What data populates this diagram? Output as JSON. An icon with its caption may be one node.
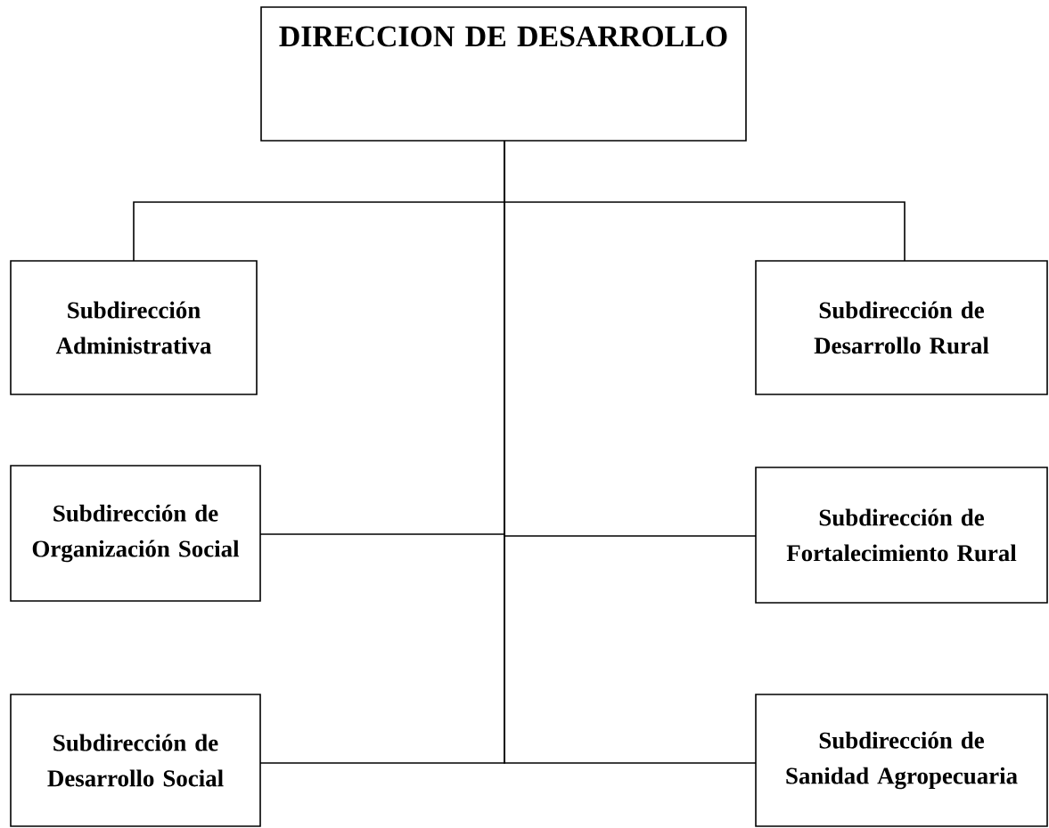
{
  "diagram": {
    "nodes": [
      {
        "text": [
          "DIRECCION DE DESARROLLO"
        ]
      },
      {
        "text": [
          "Subdirección Administrativa"
        ]
      },
      {
        "text": [
          "Subdirección de Desarrollo Rural"
        ]
      },
      {
        "text": [
          "Subdirección de Organización Social"
        ]
      },
      {
        "text": [
          "Subdirección de Fortalecimiento Rural"
        ]
      },
      {
        "text": [
          "Subdirección de Desarrollo Social"
        ]
      },
      {
        "text": [
          "Subdirección de Sanidad Agropecuaria"
        ]
      }
    ],
    "edges": [
      {
        "from": 0,
        "to": 1,
        "arrow": "none"
      },
      {
        "from": 0,
        "to": 2,
        "arrow": "none"
      },
      {
        "from": 0,
        "to": 3,
        "arrow": "none"
      },
      {
        "from": 0,
        "to": 4,
        "arrow": "none"
      },
      {
        "from": 0,
        "to": 5,
        "arrow": "none"
      },
      {
        "from": 0,
        "to": 6,
        "arrow": "none"
      }
    ]
  }
}
